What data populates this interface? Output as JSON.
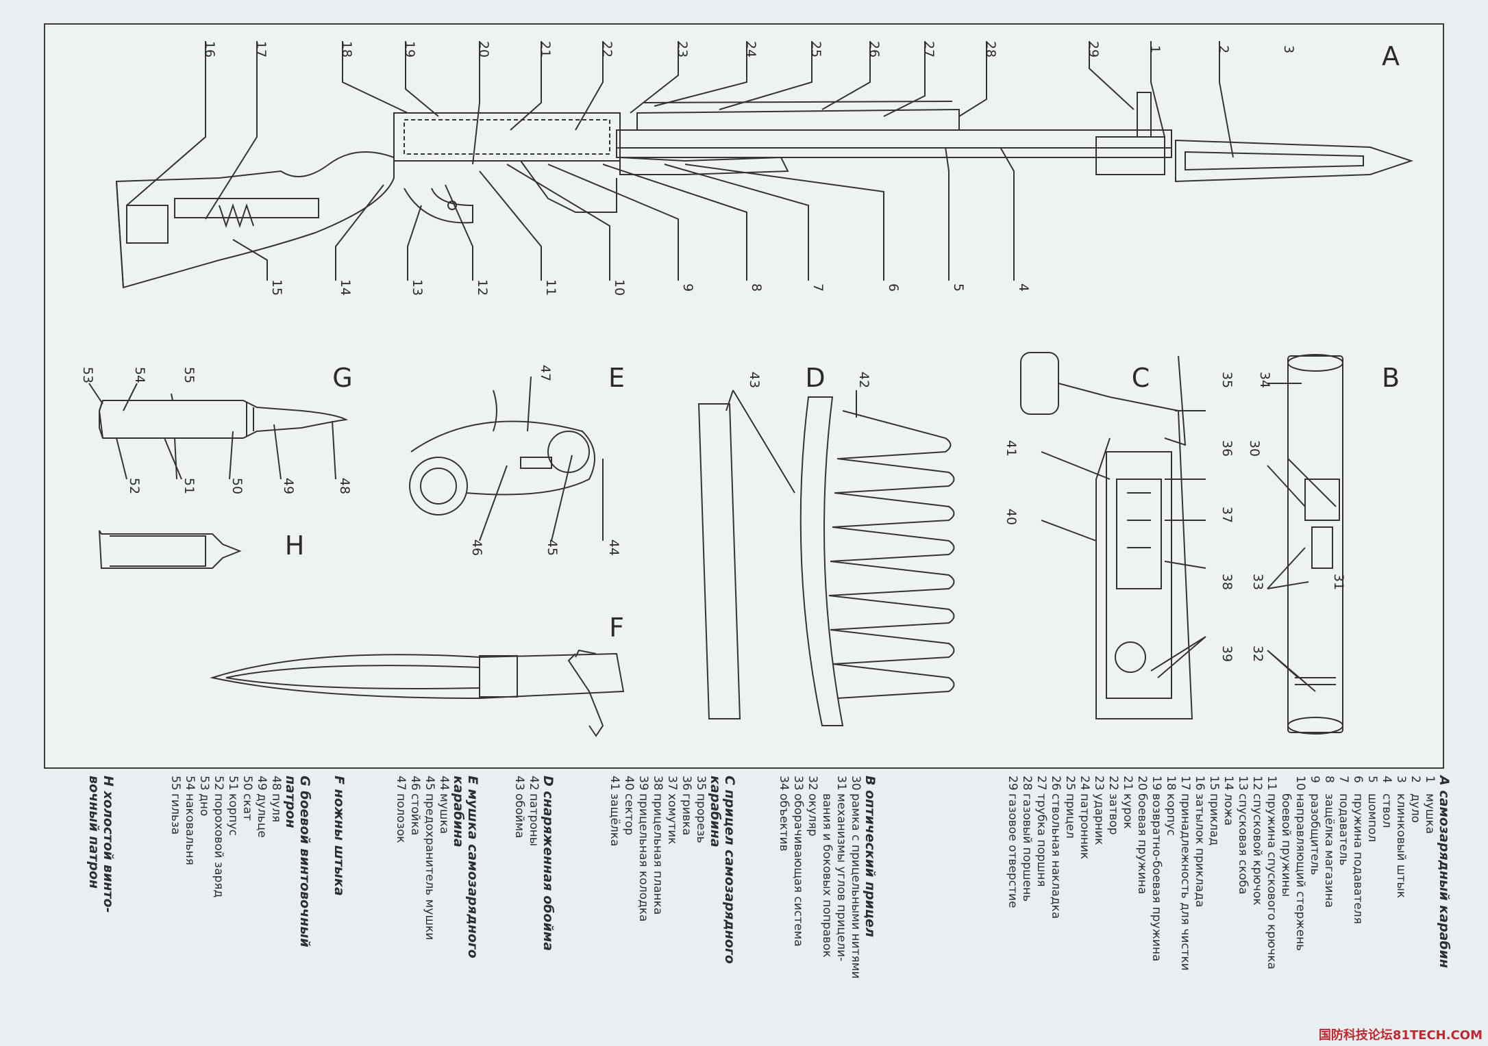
{
  "sections": {
    "A": "A",
    "B": "B",
    "C": "C",
    "D": "D",
    "E": "E",
    "F": "F",
    "G": "G",
    "H": "H"
  },
  "callouts": {
    "a": [
      "1",
      "2",
      "3",
      "4",
      "5",
      "6",
      "7",
      "8",
      "9",
      "10",
      "11",
      "12",
      "13",
      "14",
      "15",
      "16",
      "17",
      "18",
      "19",
      "20",
      "21",
      "22",
      "23",
      "24",
      "25",
      "26",
      "27",
      "28",
      "29"
    ],
    "b": [
      "30",
      "31",
      "32",
      "33",
      "34"
    ],
    "c": [
      "35",
      "36",
      "37",
      "38",
      "39",
      "40",
      "41"
    ],
    "d": [
      "42",
      "43"
    ],
    "e": [
      "44",
      "45",
      "46",
      "47"
    ],
    "g": [
      "48",
      "49",
      "50",
      "51",
      "52",
      "53",
      "54",
      "55"
    ]
  },
  "captions": {
    "A": {
      "title": "A самозарядный карабин",
      "items": [
        {
          "n": "1",
          "t": "мушка"
        },
        {
          "n": "2",
          "t": "дуло"
        },
        {
          "n": "3",
          "t": "клинковый штык"
        },
        {
          "n": "4",
          "t": "ствол"
        },
        {
          "n": "5",
          "t": "шомпол"
        },
        {
          "n": "6",
          "t": "пружина подавателя"
        },
        {
          "n": "7",
          "t": "подаватель"
        },
        {
          "n": "8",
          "t": "защёлка магазина"
        },
        {
          "n": "9",
          "t": "разобщитель"
        },
        {
          "n": "10",
          "t": "направляющий стержень"
        },
        {
          "n": "",
          "t": "боевой пружины"
        },
        {
          "n": "11",
          "t": "пружина спускового крючка"
        },
        {
          "n": "12",
          "t": "спусковой крючок"
        },
        {
          "n": "13",
          "t": "спусковая скоба"
        },
        {
          "n": "14",
          "t": "ложа"
        },
        {
          "n": "15",
          "t": "приклад"
        },
        {
          "n": "16",
          "t": "затылок приклада"
        },
        {
          "n": "17",
          "t": "принадлежность для чистки"
        },
        {
          "n": "18",
          "t": "корпус"
        },
        {
          "n": "19",
          "t": "возвратно-боевая пружина"
        },
        {
          "n": "20",
          "t": "боевая пружина"
        },
        {
          "n": "21",
          "t": "курок"
        },
        {
          "n": "22",
          "t": "затвор"
        },
        {
          "n": "23",
          "t": "ударник"
        },
        {
          "n": "24",
          "t": "патронник"
        },
        {
          "n": "25",
          "t": "прицел"
        },
        {
          "n": "26",
          "t": "ствольная накладка"
        },
        {
          "n": "27",
          "t": "трубка поршня"
        },
        {
          "n": "28",
          "t": "газовый поршень"
        },
        {
          "n": "29",
          "t": "газовое отверстие"
        }
      ]
    },
    "B": {
      "title": "B оптический прицел",
      "items": [
        {
          "n": "30",
          "t": "рамка с прицельными нитями"
        },
        {
          "n": "31",
          "t": "механизмы углов прицели-"
        },
        {
          "n": "",
          "t": "вания и боковых поправок"
        },
        {
          "n": "32",
          "t": "окуляр"
        },
        {
          "n": "33",
          "t": "оборачивающая система"
        },
        {
          "n": "34",
          "t": "объектив"
        }
      ]
    },
    "C": {
      "title1": "С прицел самозарядного",
      "title2": "карабина",
      "items": [
        {
          "n": "35",
          "t": "прорезь"
        },
        {
          "n": "36",
          "t": "гривка"
        },
        {
          "n": "37",
          "t": "хомутик"
        },
        {
          "n": "38",
          "t": "прицельная планка"
        },
        {
          "n": "39",
          "t": "прицельная колодка"
        },
        {
          "n": "40",
          "t": "сектор"
        },
        {
          "n": "41",
          "t": "защёлка"
        }
      ]
    },
    "D": {
      "title": "D снаряженная обойма",
      "items": [
        {
          "n": "42",
          "t": "патроны"
        },
        {
          "n": "43",
          "t": "обойма"
        }
      ]
    },
    "E": {
      "title1": "E мушка самозарядного",
      "title2": "карабина",
      "items": [
        {
          "n": "44",
          "t": "мушка"
        },
        {
          "n": "45",
          "t": "предохранитель мушки"
        },
        {
          "n": "46",
          "t": "стойка"
        },
        {
          "n": "47",
          "t": "полозок"
        }
      ]
    },
    "F": {
      "title": "F ножны штыка"
    },
    "G": {
      "title1": "G боевой винтовочный",
      "title2": "патрон",
      "items": [
        {
          "n": "48",
          "t": "пуля"
        },
        {
          "n": "49",
          "t": "дульце"
        },
        {
          "n": "50",
          "t": "скат"
        },
        {
          "n": "51",
          "t": "корпус"
        },
        {
          "n": "52",
          "t": "пороховой заряд"
        },
        {
          "n": "53",
          "t": "дно"
        },
        {
          "n": "54",
          "t": "наковальня"
        },
        {
          "n": "55",
          "t": "гильза"
        }
      ]
    },
    "H": {
      "title1": "H холостой винто-",
      "title2": "вочный патрон"
    }
  },
  "watermark": "国防科技论坛81TECH.COM"
}
